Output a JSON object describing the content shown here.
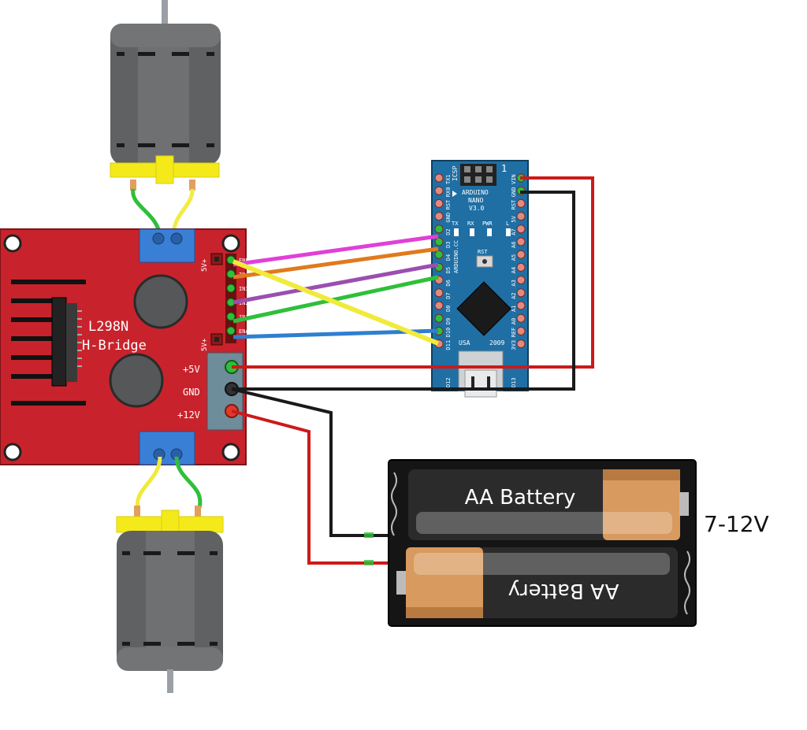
{
  "driver": {
    "title_line1": "L298N",
    "title_line2": "H-Bridge",
    "pins_left": [
      "ENB",
      "IN4",
      "IN3",
      "IN2",
      "IN1",
      "ENA"
    ],
    "pin_5v_top": "5V+",
    "pin_5v_bottom": "5V+",
    "power_labels": [
      "+5V",
      "GND",
      "+12V"
    ],
    "color": "#c8232c"
  },
  "arduino": {
    "title_line1": "ARDUINO",
    "title_line2": "NANO",
    "title_line3": "V3.0",
    "icsp": "ICSP",
    "icsp_num": "1",
    "left_pins": [
      "TX1",
      "RX0",
      "RST",
      "GND",
      "D2",
      "D3",
      "D4",
      "D5",
      "D6",
      "D7",
      "D8",
      "D9",
      "D10",
      "D11"
    ],
    "right_pins": [
      "VIN",
      "GND",
      "RST",
      "5V",
      "A7",
      "A6",
      "A5",
      "A4",
      "A3",
      "A2",
      "A1",
      "A0",
      "REF",
      "3V3"
    ],
    "led_labels": [
      "TX",
      "RX",
      "PWR",
      "L"
    ],
    "rst_label": "RST",
    "cc_label": "ARDUINO.CC",
    "usa": "USA",
    "year": "2009",
    "bottom_left": "D12",
    "bottom_right": "D13",
    "color": "#1f6fa4"
  },
  "battery": {
    "cell_top": "AA Battery",
    "cell_bottom": "AA Battery",
    "voltage": "7-12V"
  },
  "wire_colors": {
    "magenta": "#e040d8",
    "orange": "#e07a1c",
    "purple": "#9a4fb0",
    "green": "#2fbf3a",
    "blue": "#2f7fd0",
    "yellow": "#f1ea3a",
    "red": "#cc1a1a",
    "black": "#1a1a1a"
  }
}
